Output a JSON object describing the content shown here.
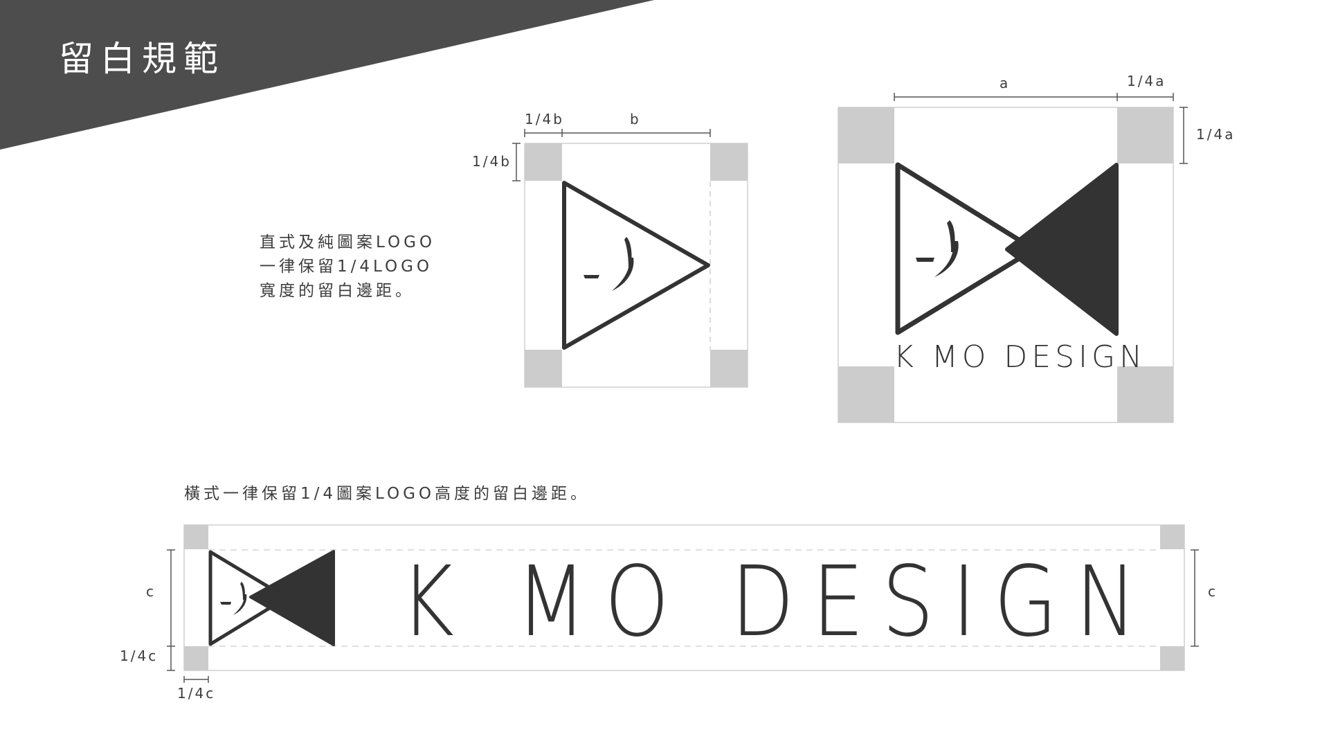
{
  "page": {
    "title": "留白規範",
    "colors": {
      "banner": "#4d4d4d",
      "margin_block": "#cccccc",
      "logo": "#333333",
      "frame": "#c8c8c8"
    }
  },
  "vertical_block": {
    "description_lines": [
      "直式及純圖案LOGO",
      "一律保留1/4LOGO",
      "寬度的留白邊距。"
    ],
    "dim_quarter_top": "1/4b",
    "dim_main_top": "b",
    "dim_quarter_left": "1/4b"
  },
  "square_block": {
    "dim_main_top": "a",
    "dim_quarter_top": "1/4a",
    "dim_quarter_right": "1/4a",
    "wordmark": "K MO DESIGN"
  },
  "horizontal_block": {
    "description": "橫式一律保留1/4圖案LOGO高度的留白邊距。",
    "dim_left_main": "c",
    "dim_left_quarter": "1/4c",
    "dim_bottom_quarter": "1/4c",
    "dim_right_main": "c",
    "wordmark": "K MO DESIGN"
  }
}
